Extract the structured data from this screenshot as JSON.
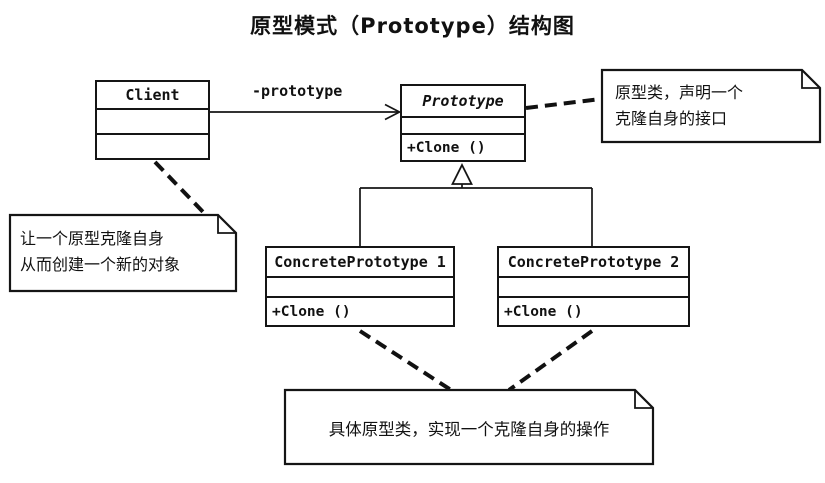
{
  "title": "原型模式（Prototype）结构图",
  "classes": {
    "client": {
      "name": "Client"
    },
    "prototype": {
      "name": "Prototype",
      "method": "+Clone ()"
    },
    "concrete1": {
      "name": "ConcretePrototype 1",
      "method": "+Clone ()"
    },
    "concrete2": {
      "name": "ConcretePrototype 2",
      "method": "+Clone ()"
    }
  },
  "labels": {
    "association": "-prototype"
  },
  "notes": {
    "prototype_note": "原型类，声明一个\n克隆自身的接口",
    "client_note": "让一个原型克隆自身\n从而创建一个新的对象",
    "concrete_note": "具体原型类，实现一个克隆自身的操作"
  },
  "colors": {
    "line": "#151515",
    "background": "#ffffff"
  }
}
